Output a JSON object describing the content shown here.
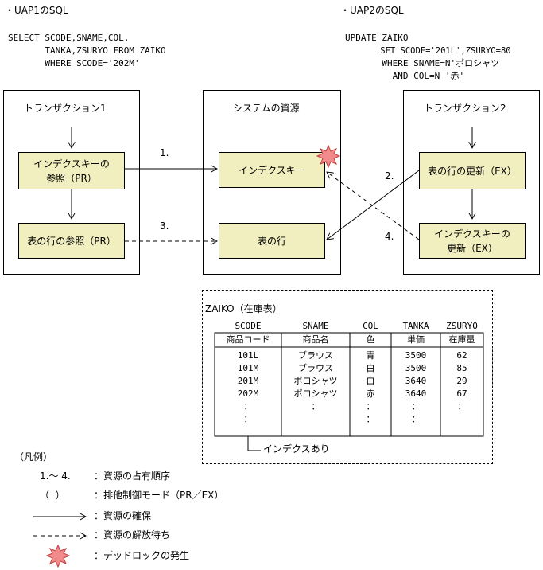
{
  "uap1": {
    "title": "・UAP1のSQL",
    "sql": [
      "SELECT SCODE,SNAME,COL,",
      "       TANKA,ZSURYO FROM ZAIKO",
      "       WHERE SCODE='202M'"
    ]
  },
  "uap2": {
    "title": "・UAP2のSQL",
    "sql": [
      "UPDATE ZAIKO",
      "       SET SCODE='201L',ZSURYO=80",
      "       WHERE SNAME=N'ポロシャツ'",
      "         AND COL=N '赤'"
    ]
  },
  "transaction1": {
    "title": "トランザクション1",
    "box1_line1": "インデクスキーの",
    "box1_line2": "参照（PR）",
    "box2": "表の行の参照（PR）"
  },
  "system": {
    "title": "システムの資源",
    "index_key": "インデクスキー",
    "table_row": "表の行"
  },
  "transaction2": {
    "title": "トランザクション2",
    "box1": "表の行の更新（EX）",
    "box2_line1": "インデクスキーの",
    "box2_line2": "更新（EX）"
  },
  "steps": {
    "s1": "1.",
    "s2": "2.",
    "s3": "3.",
    "s4": "4."
  },
  "table": {
    "title": "ZAIKO（在庫表）",
    "columns": [
      "SCODE",
      "SNAME",
      "COL",
      "TANKA",
      "ZSURYO"
    ],
    "headers": [
      "商品コード",
      "商品名",
      "色",
      "単価",
      "在庫量"
    ],
    "rows": [
      [
        "101L",
        "ブラウス",
        "青",
        "3500",
        "62"
      ],
      [
        "101M",
        "ブラウス",
        "白",
        "3500",
        "85"
      ],
      [
        "201M",
        "ポロシャツ",
        "白",
        "3640",
        "29"
      ],
      [
        "202M",
        "ポロシャツ",
        "赤",
        "3640",
        "67"
      ],
      [
        "：",
        "：",
        "：",
        "：",
        "："
      ],
      [
        "：",
        "",
        "：",
        "：",
        ""
      ]
    ],
    "index_note": "インデクスあり"
  },
  "legend": {
    "title": "（凡例）",
    "order_symbol": "1.～ 4.",
    "order_desc": "：資源の占有順序",
    "paren_symbol": "（  ）",
    "paren_desc": "：排他制御モード（PR／EX）",
    "acquire_desc": "：資源の確保",
    "wait_desc": "：資源の解放待ち",
    "deadlock_desc": "：デッドロックの発生"
  },
  "colors": {
    "box_fill": "#f1efbf",
    "burst_fill": "#f28b8b"
  }
}
